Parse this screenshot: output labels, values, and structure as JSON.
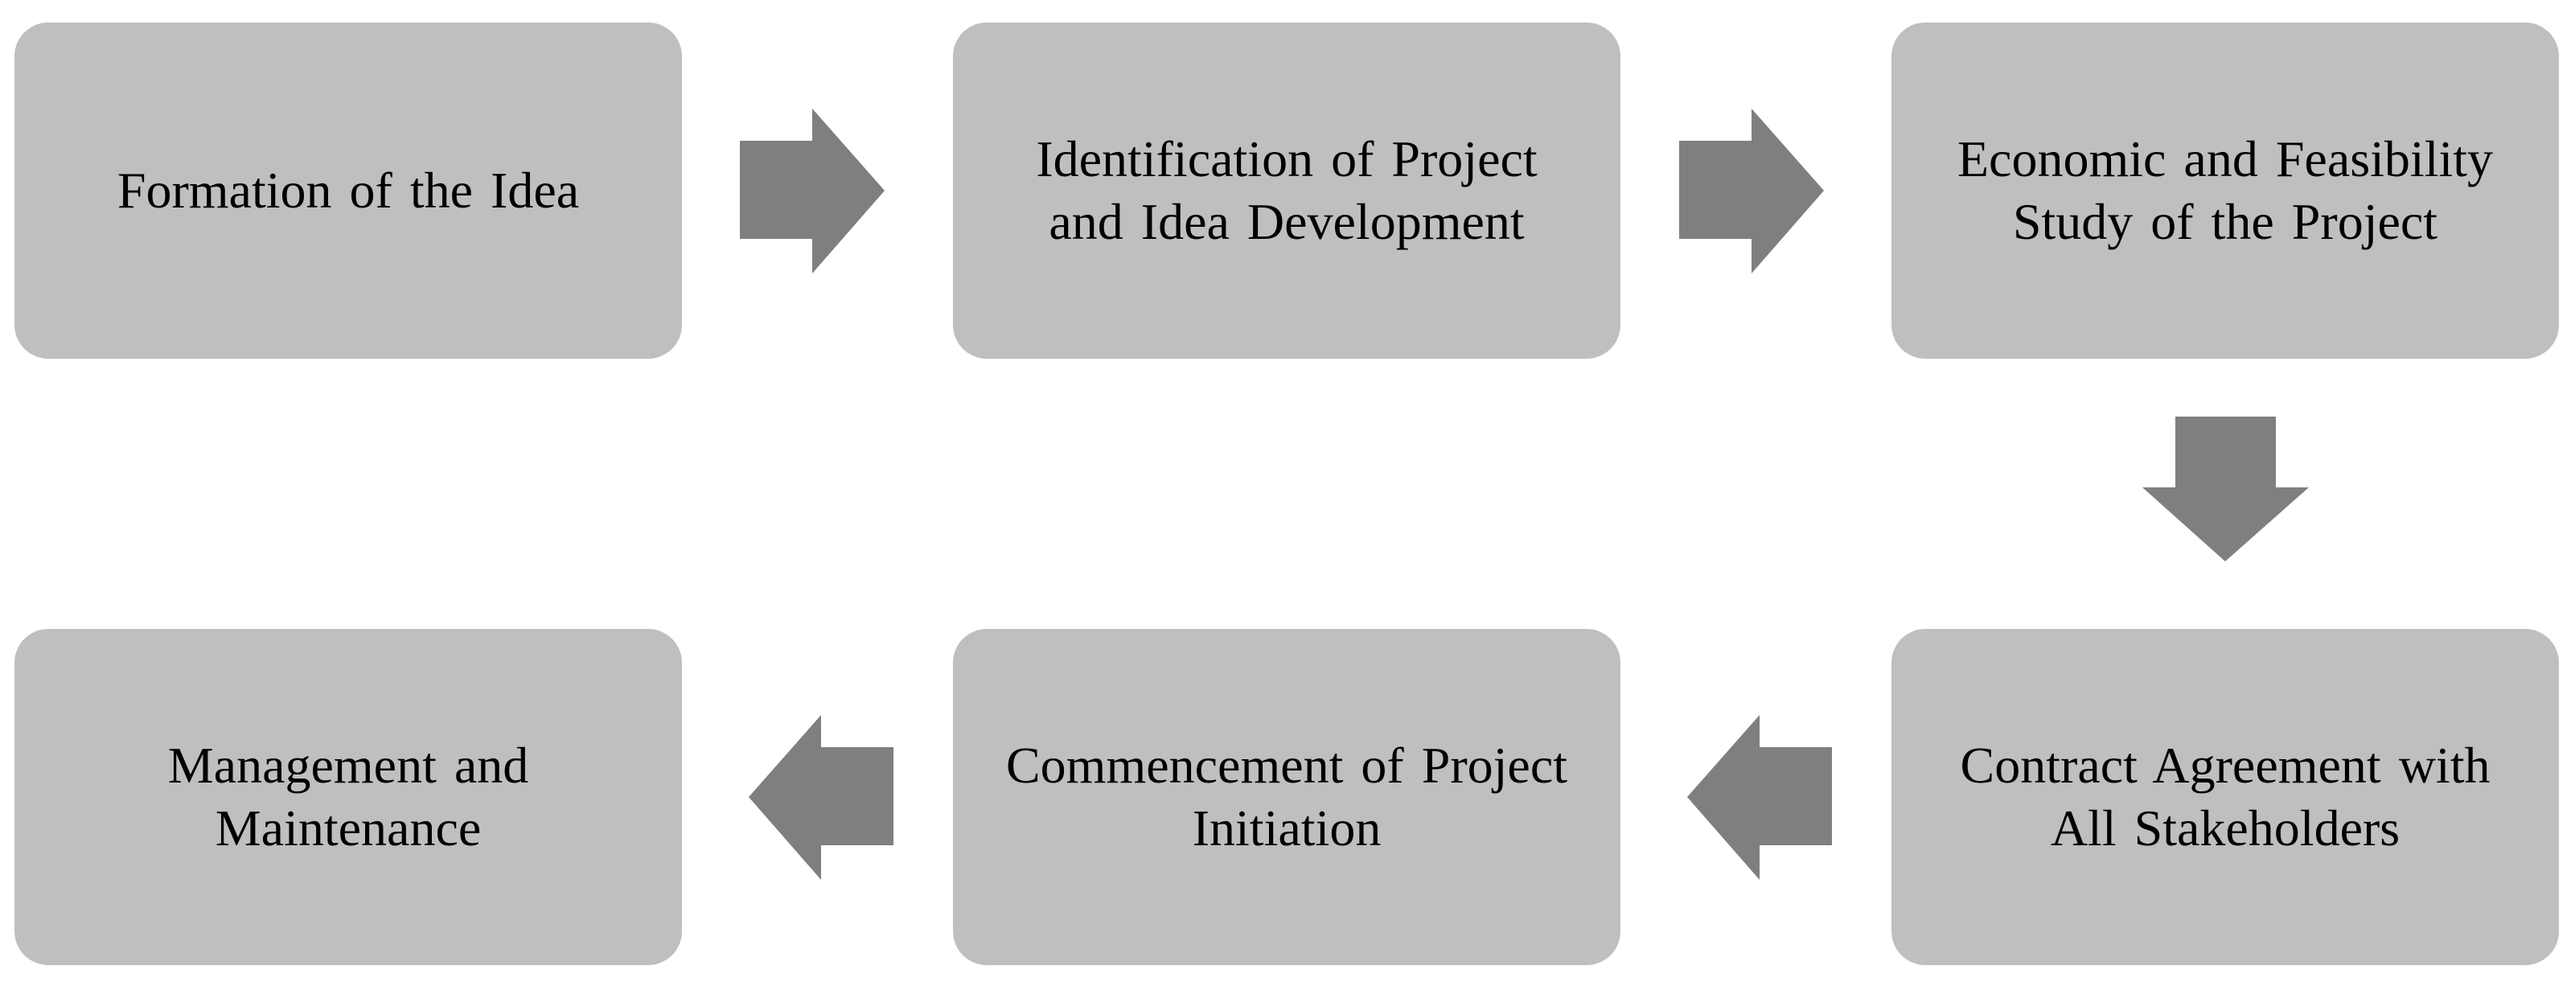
{
  "diagram": {
    "nodes": [
      {
        "id": "n1",
        "label": "Formation of the Idea"
      },
      {
        "id": "n2",
        "label": "Identification of Project\nand Idea Development"
      },
      {
        "id": "n3",
        "label": "Economic and Feasibility\nStudy of the Project"
      },
      {
        "id": "n4",
        "label": "Contract Agreement with\nAll Stakeholders"
      },
      {
        "id": "n5",
        "label": "Commencement of Project\nInitiation"
      },
      {
        "id": "n6",
        "label": "Management and\nMaintenance"
      }
    ],
    "edges": [
      {
        "from": "n1",
        "to": "n2",
        "direction": "right"
      },
      {
        "from": "n2",
        "to": "n3",
        "direction": "right"
      },
      {
        "from": "n3",
        "to": "n4",
        "direction": "down"
      },
      {
        "from": "n4",
        "to": "n5",
        "direction": "left"
      },
      {
        "from": "n5",
        "to": "n6",
        "direction": "left"
      }
    ],
    "colors": {
      "node_fill": "#bfbfbf",
      "arrow_fill": "#7f7f7f",
      "text": "#000000",
      "background": "#ffffff"
    }
  }
}
